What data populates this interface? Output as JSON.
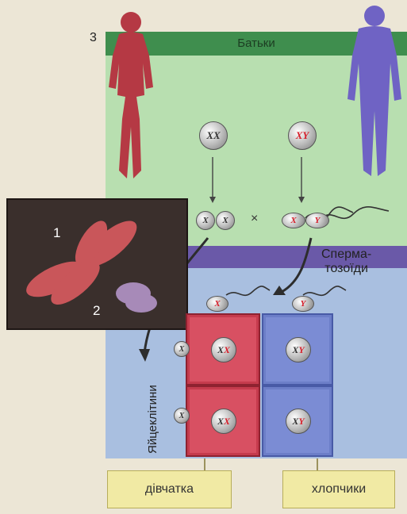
{
  "panel_number": "3",
  "parents_label": "Батьки",
  "sperm_label_line1": "Сперма-",
  "sperm_label_line2": "тозоїди",
  "eggs_label": "Яйцеклітини",
  "girls_label": "дівчатка",
  "boys_label": "хлопчики",
  "photo_label_1": "1",
  "photo_label_2": "2",
  "cross_symbol": "×",
  "mother_genotype": [
    "X",
    "X"
  ],
  "father_genotype": [
    "X",
    "Y"
  ],
  "egg_allele": "X",
  "sperm_alleles": [
    "X",
    "Y"
  ],
  "offspring": [
    [
      "X",
      "X"
    ],
    [
      "X",
      "Y"
    ],
    [
      "X",
      "X"
    ],
    [
      "X",
      "Y"
    ]
  ],
  "colors": {
    "female": "#b53944",
    "male": "#6f63c4",
    "x_red": "#d6202c"
  }
}
